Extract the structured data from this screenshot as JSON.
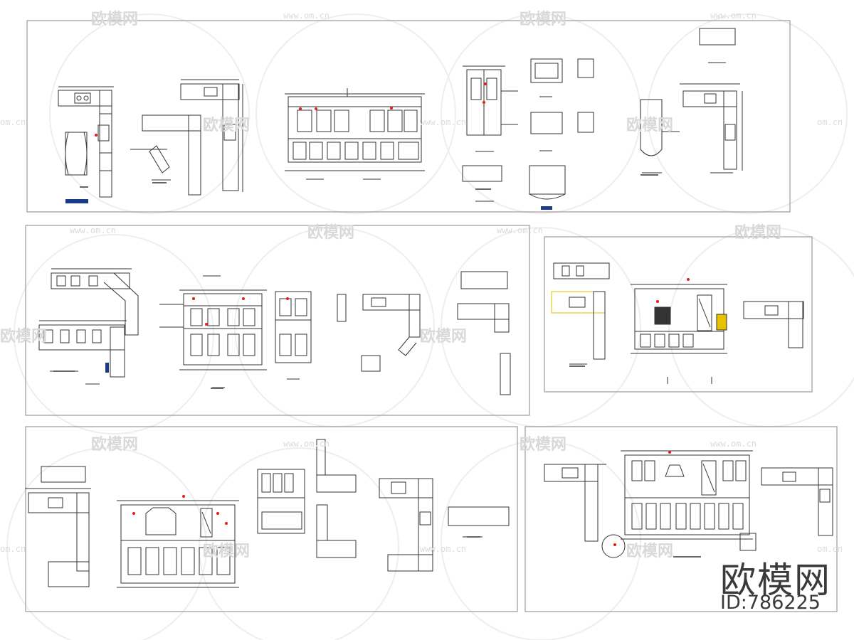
{
  "watermark": {
    "brand": "欧模网",
    "url": "www.om.cn",
    "url_short": "om.cn"
  },
  "badge": {
    "brand": "欧模网",
    "id_text": "ID:786225"
  },
  "colors": {
    "line": "#333333",
    "frame": "#9a9a9a",
    "accent_red": "#e0201a",
    "accent_blue": "#1a3a8a",
    "accent_yellow": "#e6c200",
    "watermark": "#d9d9d9"
  }
}
